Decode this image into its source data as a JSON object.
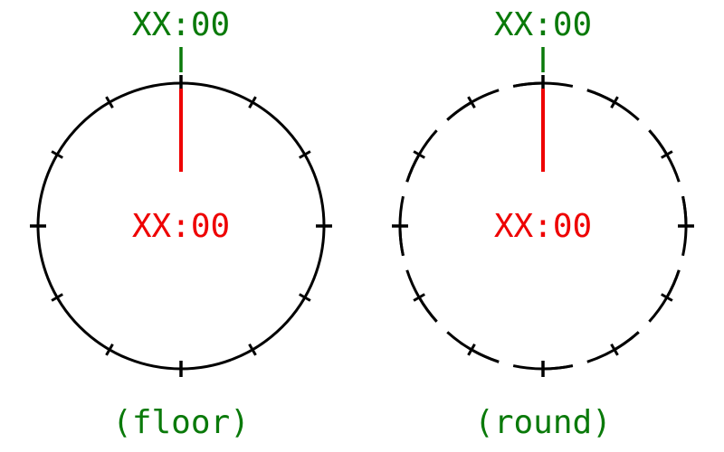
{
  "colors": {
    "green": "#0a7a0a",
    "red": "#ee0000",
    "stroke": "#000000",
    "background": "#ffffff"
  },
  "clocks": [
    {
      "id": "floor",
      "top_label": "XX:00",
      "center_label": "XX:00",
      "caption": "(floor)",
      "style": "solid",
      "tick_count": 12
    },
    {
      "id": "round",
      "top_label": "XX:00",
      "center_label": "XX:00",
      "caption": "(round)",
      "style": "gapped",
      "tick_count": 12
    }
  ]
}
